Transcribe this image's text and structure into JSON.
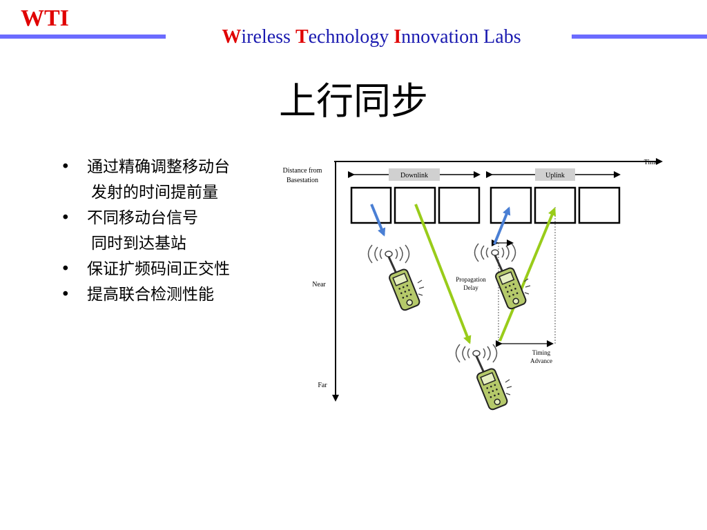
{
  "header": {
    "logo": "WTI",
    "org_parts": [
      {
        "cap": "W",
        "rest": "ireless "
      },
      {
        "cap": "T",
        "rest": "echnology "
      },
      {
        "cap": "I",
        "rest": "nnovation Labs"
      }
    ]
  },
  "title": "上行同步",
  "bullets": [
    {
      "bullet": "•",
      "lines": [
        "通过精确调整移动台",
        "发射的时间提前量"
      ]
    },
    {
      "bullet": "•",
      "lines": [
        "不同移动台信号",
        "同时到达基站"
      ]
    },
    {
      "bullet": "•",
      "lines": [
        "保证扩频码间正交性"
      ]
    },
    {
      "bullet": "•",
      "lines": [
        "提高联合检测性能"
      ]
    }
  ],
  "diagram": {
    "y_axis_label_line1": "Distance from",
    "y_axis_label_line2": "Basestation",
    "x_axis_label": "Time",
    "downlink_label": "Downlink",
    "uplink_label": "Uplink",
    "near_label": "Near",
    "far_label": "Far",
    "propagation_line1": "Propagation",
    "propagation_line2": "Delay",
    "timing_line1": "Timing",
    "timing_line2": "Advance"
  },
  "colors": {
    "logo_red": "#e00000",
    "org_blue": "#1a1ab0",
    "bar_blue": "#6b6bff",
    "arrow_blue": "#4a7fd4",
    "arrow_green": "#99cc1a",
    "phone_green": "#b5c96a"
  },
  "icons": [
    "mobile-phone-icon"
  ]
}
